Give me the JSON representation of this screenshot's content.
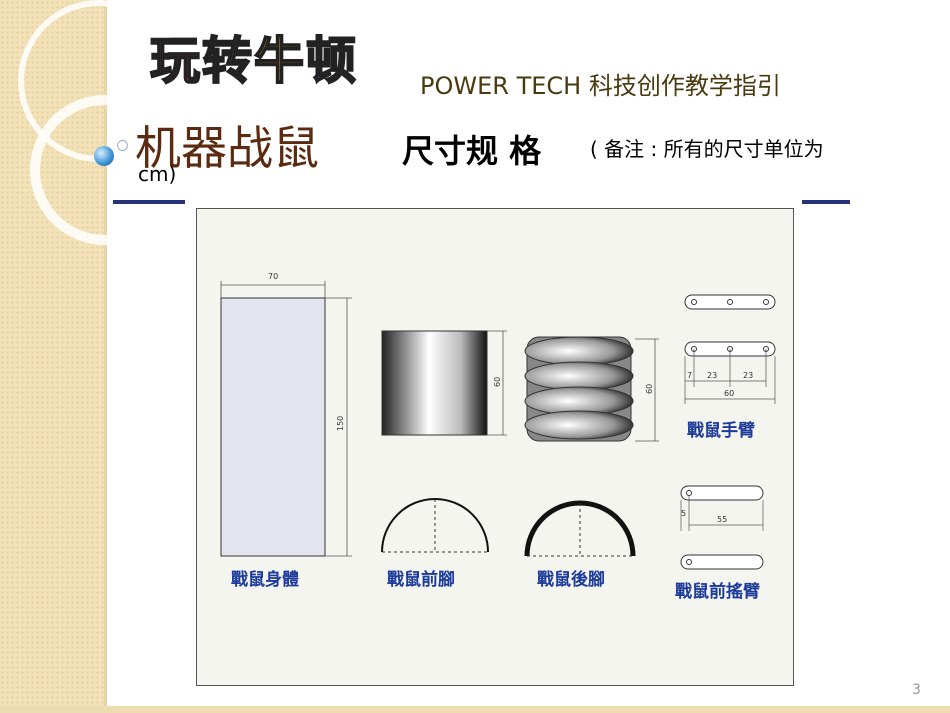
{
  "logo": {
    "chars": [
      "玩",
      "转",
      "牛",
      "顿"
    ],
    "colors": [
      "#e8262b",
      "#1a8a2e",
      "#f2a81a",
      "#2262c8"
    ]
  },
  "header": {
    "subtitle": "POWER TECH 科技创作教学指引",
    "title_cn": "机器战鼠",
    "title_bold": "尺寸规 格",
    "title_note": "( 备注 : 所有的尺寸单位为",
    "title_note_cont": "cm)"
  },
  "diagram": {
    "body": {
      "label": "戰鼠身體",
      "width": "70",
      "height": "150"
    },
    "front_leg": {
      "label": "戰鼠前腳",
      "height": "60"
    },
    "rear_leg": {
      "label": "戰鼠後腳",
      "height": "60"
    },
    "arm": {
      "label": "戰鼠手臂",
      "dims": [
        "7",
        "23",
        "23",
        "60"
      ]
    },
    "forearm": {
      "label": "戰鼠前搖臂",
      "dims": [
        "5",
        "55"
      ]
    }
  },
  "footer": {
    "page_number": "3"
  },
  "colors": {
    "side_band": "#f3e2b8",
    "rule": "#26327a",
    "title": "#5b2a10",
    "diagram_label": "#1c3b9a"
  }
}
